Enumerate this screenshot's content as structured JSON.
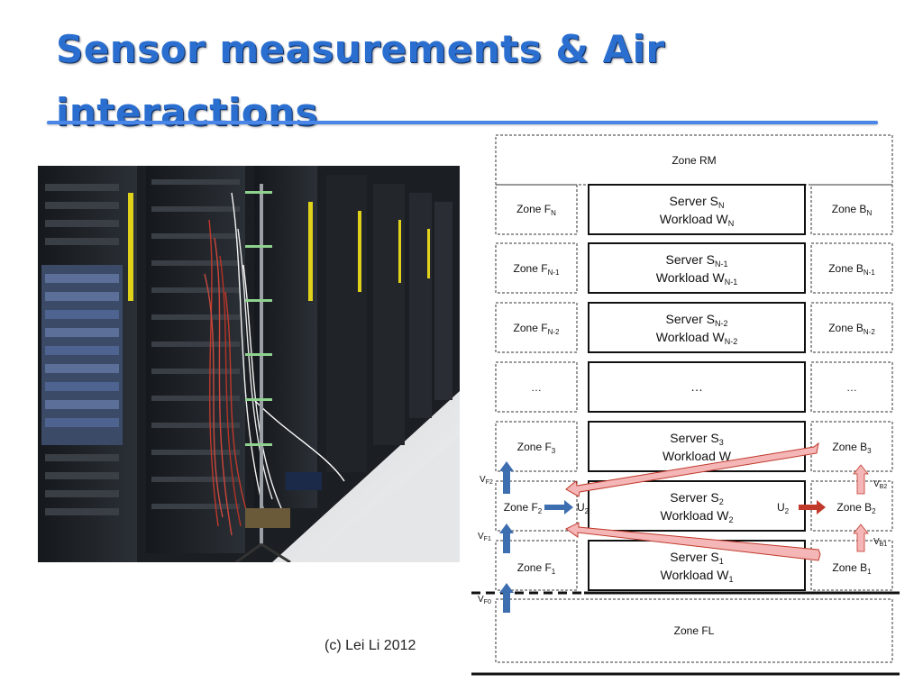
{
  "slide": {
    "title_line1": "Sensor measurements & Air",
    "title_line2": "interactions",
    "credit": "(c) Lei Li 2012",
    "accent_color": "#2a6fd0"
  },
  "photo": {
    "subject": "server racks with sensor wiring"
  },
  "diagram": {
    "zone_rm": "Zone RM",
    "zone_fl": "Zone FL",
    "rows": [
      {
        "front": [
          "Zone F",
          "N"
        ],
        "server": [
          "Server S",
          "N"
        ],
        "workload": [
          "Workload W",
          "N"
        ],
        "back": [
          "Zone B",
          "N"
        ]
      },
      {
        "front": [
          "Zone F",
          "N-1"
        ],
        "server": [
          "Server S",
          "N-1"
        ],
        "workload": [
          "Workload W",
          "N-1"
        ],
        "back": [
          "Zone B",
          "N-1"
        ]
      },
      {
        "front": [
          "Zone F",
          "N-2"
        ],
        "server": [
          "Server S",
          "N-2"
        ],
        "workload": [
          "Workload W",
          "N-2"
        ],
        "back": [
          "Zone B",
          "N-2"
        ]
      },
      {
        "front": [
          "…",
          ""
        ],
        "server": [
          "…",
          ""
        ],
        "workload": [
          "",
          ""
        ],
        "back": [
          "…",
          ""
        ]
      },
      {
        "front": [
          "Zone F",
          "3"
        ],
        "server": [
          "Server S",
          "3"
        ],
        "workload": [
          "Workload W",
          ""
        ],
        "back": [
          "Zone B",
          "3"
        ]
      },
      {
        "front": [
          "Zone F",
          "2"
        ],
        "server": [
          "Server S",
          "2"
        ],
        "workload": [
          "Workload W",
          "2"
        ],
        "back": [
          "Zone B",
          "2"
        ]
      },
      {
        "front": [
          "Zone F",
          "1"
        ],
        "server": [
          "Server S",
          "1"
        ],
        "workload": [
          "Workload W",
          "1"
        ],
        "back": [
          "Zone B",
          "1"
        ]
      }
    ],
    "flows": {
      "vf2": [
        "V",
        "F2"
      ],
      "vf1": [
        "V",
        "F1"
      ],
      "vf0": [
        "V",
        "F0"
      ],
      "vb2": [
        "V",
        "B2"
      ],
      "vb1": [
        "V",
        "B1"
      ],
      "u2_front": [
        "U",
        "2"
      ],
      "u2_back": [
        "U",
        "2"
      ]
    },
    "colors": {
      "front_flow": "#3d6eb0",
      "back_flow": "#c0392b",
      "recirculation": "#f4b6b6"
    }
  }
}
